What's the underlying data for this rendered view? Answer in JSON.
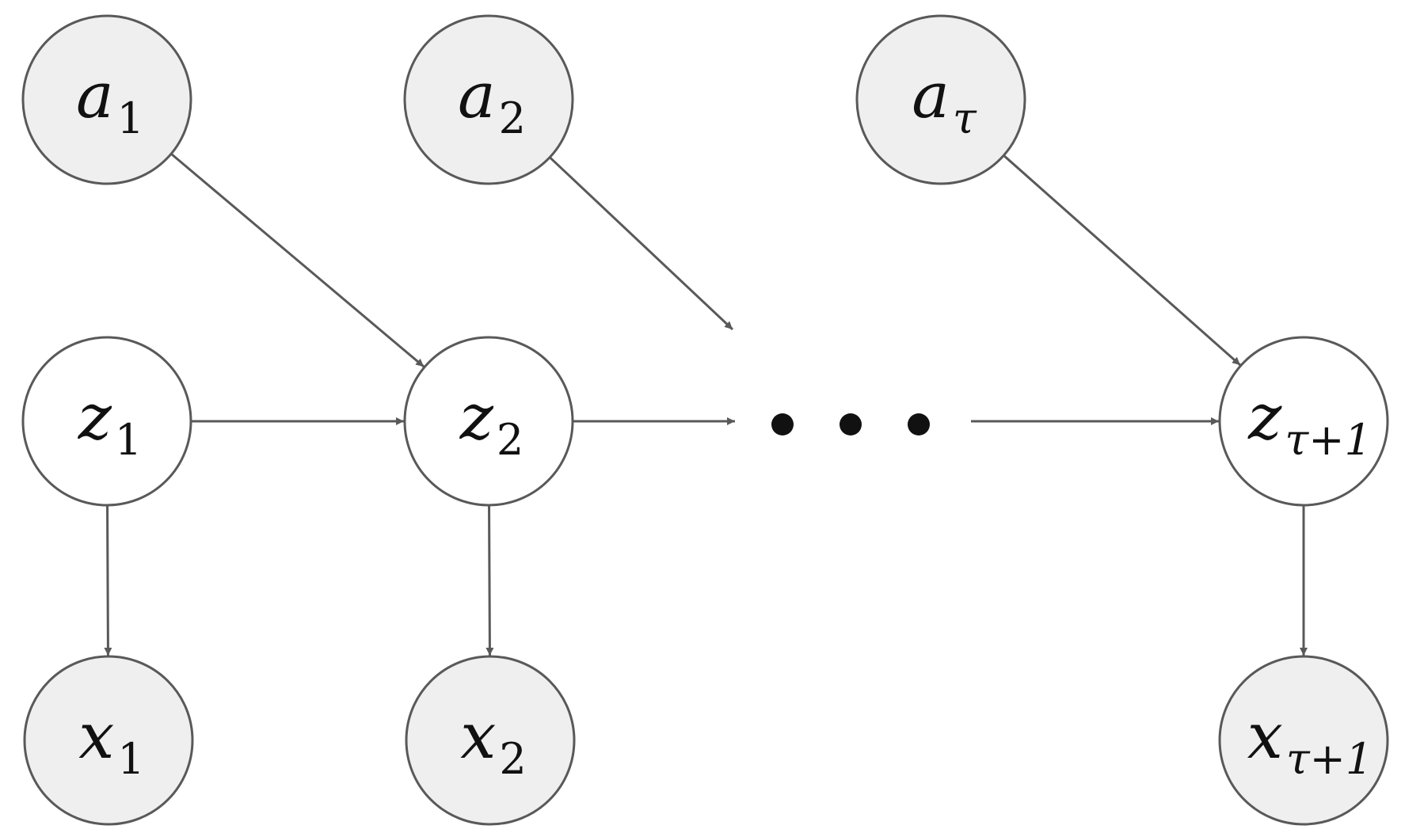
{
  "diagram": {
    "nodes": [
      {
        "id": "a1",
        "base": "a",
        "sub": "1",
        "observed": true
      },
      {
        "id": "a2",
        "base": "a",
        "sub": "2",
        "observed": true
      },
      {
        "id": "atau",
        "base": "a",
        "sub": "τ",
        "observed": true
      },
      {
        "id": "z1",
        "base": "z",
        "sub": "1",
        "observed": false
      },
      {
        "id": "z2",
        "base": "z",
        "sub": "2",
        "observed": false
      },
      {
        "id": "ztau1",
        "base": "z",
        "sub": "τ+1",
        "observed": false
      },
      {
        "id": "x1",
        "base": "x",
        "sub": "1",
        "observed": true
      },
      {
        "id": "x2",
        "base": "x",
        "sub": "2",
        "observed": true
      },
      {
        "id": "xtau1",
        "base": "x",
        "sub": "τ+1",
        "observed": true
      }
    ],
    "edges": [
      {
        "from": "a1",
        "to": "z2"
      },
      {
        "from": "a2",
        "to": "ellipsis"
      },
      {
        "from": "atau",
        "to": "ztau1"
      },
      {
        "from": "z1",
        "to": "z2"
      },
      {
        "from": "z2",
        "to": "ellipsis"
      },
      {
        "from": "ellipsis",
        "to": "ztau1"
      },
      {
        "from": "z1",
        "to": "x1"
      },
      {
        "from": "z2",
        "to": "x2"
      },
      {
        "from": "ztau1",
        "to": "xtau1"
      }
    ],
    "ellipsis_dots": 3,
    "colors": {
      "observed_fill": "#efefef",
      "latent_fill": "#ffffff",
      "stroke": "#595959",
      "text": "#111111"
    }
  }
}
